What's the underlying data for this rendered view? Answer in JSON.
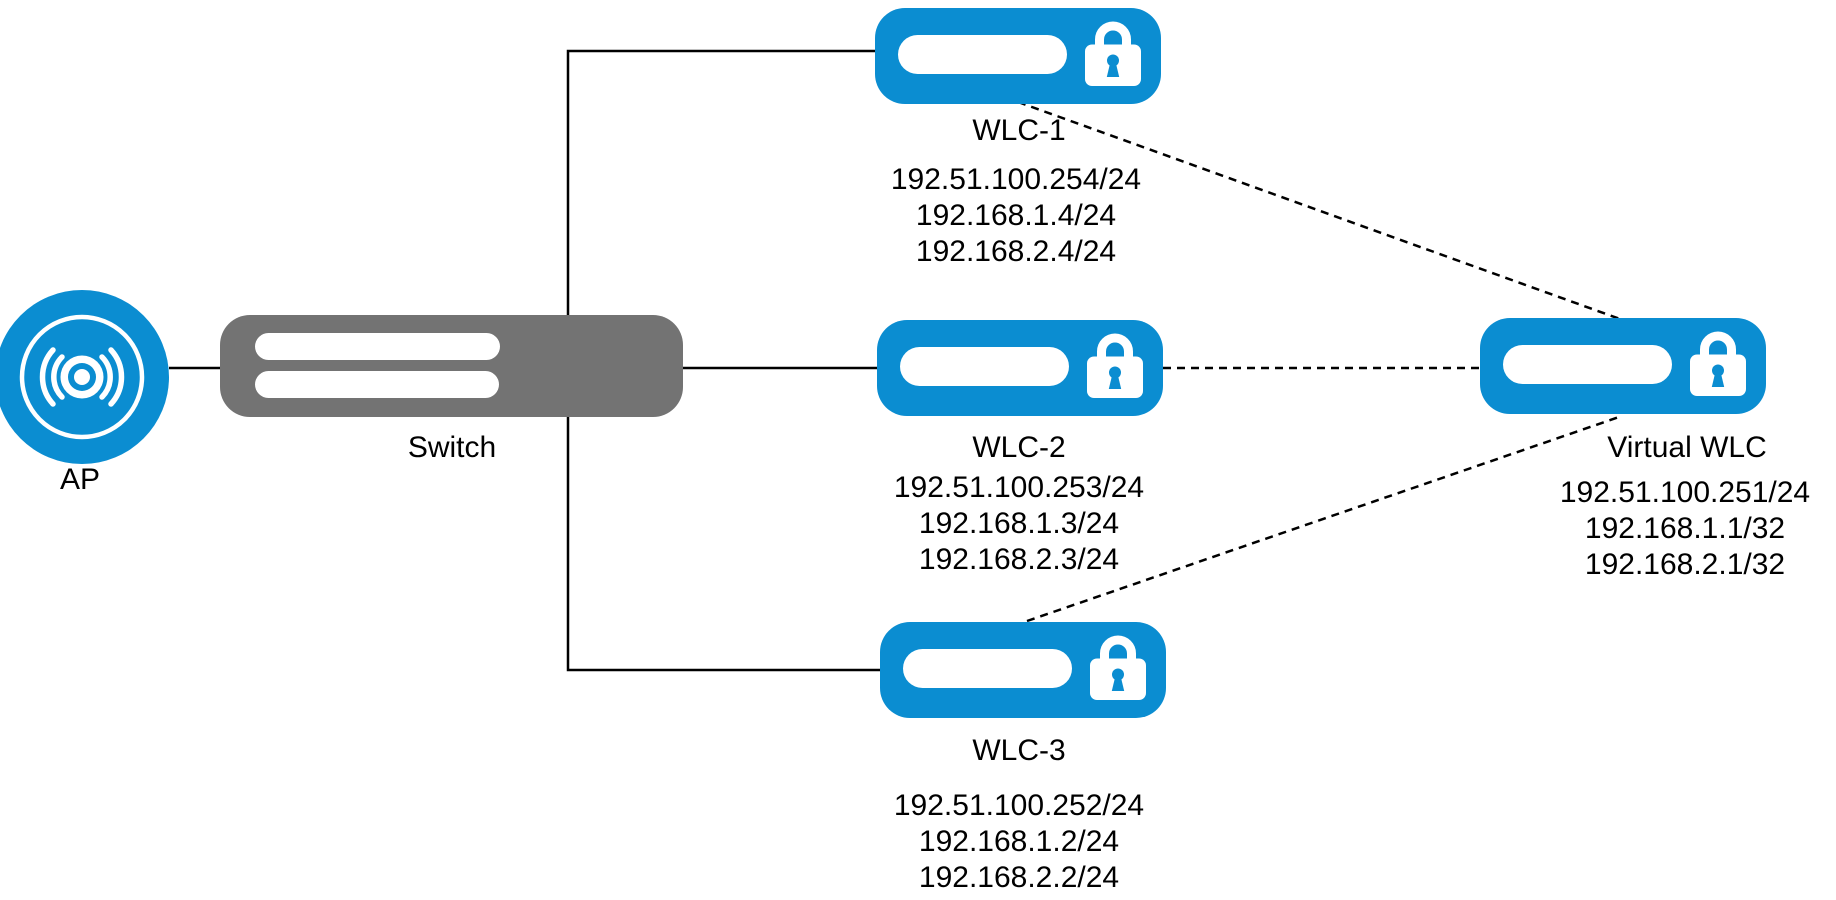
{
  "diagram": {
    "title": "",
    "colors": {
      "node_blue": "#0b8dd1",
      "switch_gray": "#737373",
      "line_black": "#000000",
      "text": "#000000",
      "background": "#ffffff"
    },
    "nodes": {
      "ap": {
        "label": "AP",
        "icon": "wireless-access-point-icon"
      },
      "switch": {
        "label": "Switch",
        "icon": "switch-icon"
      },
      "wlc1": {
        "label": "WLC-1",
        "icon": "wlc-lock-icon",
        "ips": [
          "192.51.100.254/24",
          "192.168.1.4/24",
          "192.168.2.4/24"
        ]
      },
      "wlc2": {
        "label": "WLC-2",
        "icon": "wlc-lock-icon",
        "ips": [
          "192.51.100.253/24",
          "192.168.1.3/24",
          "192.168.2.3/24"
        ]
      },
      "wlc3": {
        "label": "WLC-3",
        "icon": "wlc-lock-icon",
        "ips": [
          "192.51.100.252/24",
          "192.168.1.2/24",
          "192.168.2.2/24"
        ]
      },
      "virtual_wlc": {
        "label": "Virtual WLC",
        "icon": "wlc-lock-icon",
        "ips": [
          "192.51.100.251/24",
          "192.168.1.1/32",
          "192.168.2.1/32"
        ]
      }
    },
    "edges": [
      {
        "from": "AP",
        "to": "Switch",
        "style": "solid"
      },
      {
        "from": "Switch",
        "to": "WLC-1",
        "style": "solid"
      },
      {
        "from": "Switch",
        "to": "WLC-2",
        "style": "solid"
      },
      {
        "from": "Switch",
        "to": "WLC-3",
        "style": "solid"
      },
      {
        "from": "WLC-1",
        "to": "Virtual WLC",
        "style": "dashed"
      },
      {
        "from": "WLC-2",
        "to": "Virtual WLC",
        "style": "dashed"
      },
      {
        "from": "WLC-3",
        "to": "Virtual WLC",
        "style": "dashed"
      }
    ]
  }
}
